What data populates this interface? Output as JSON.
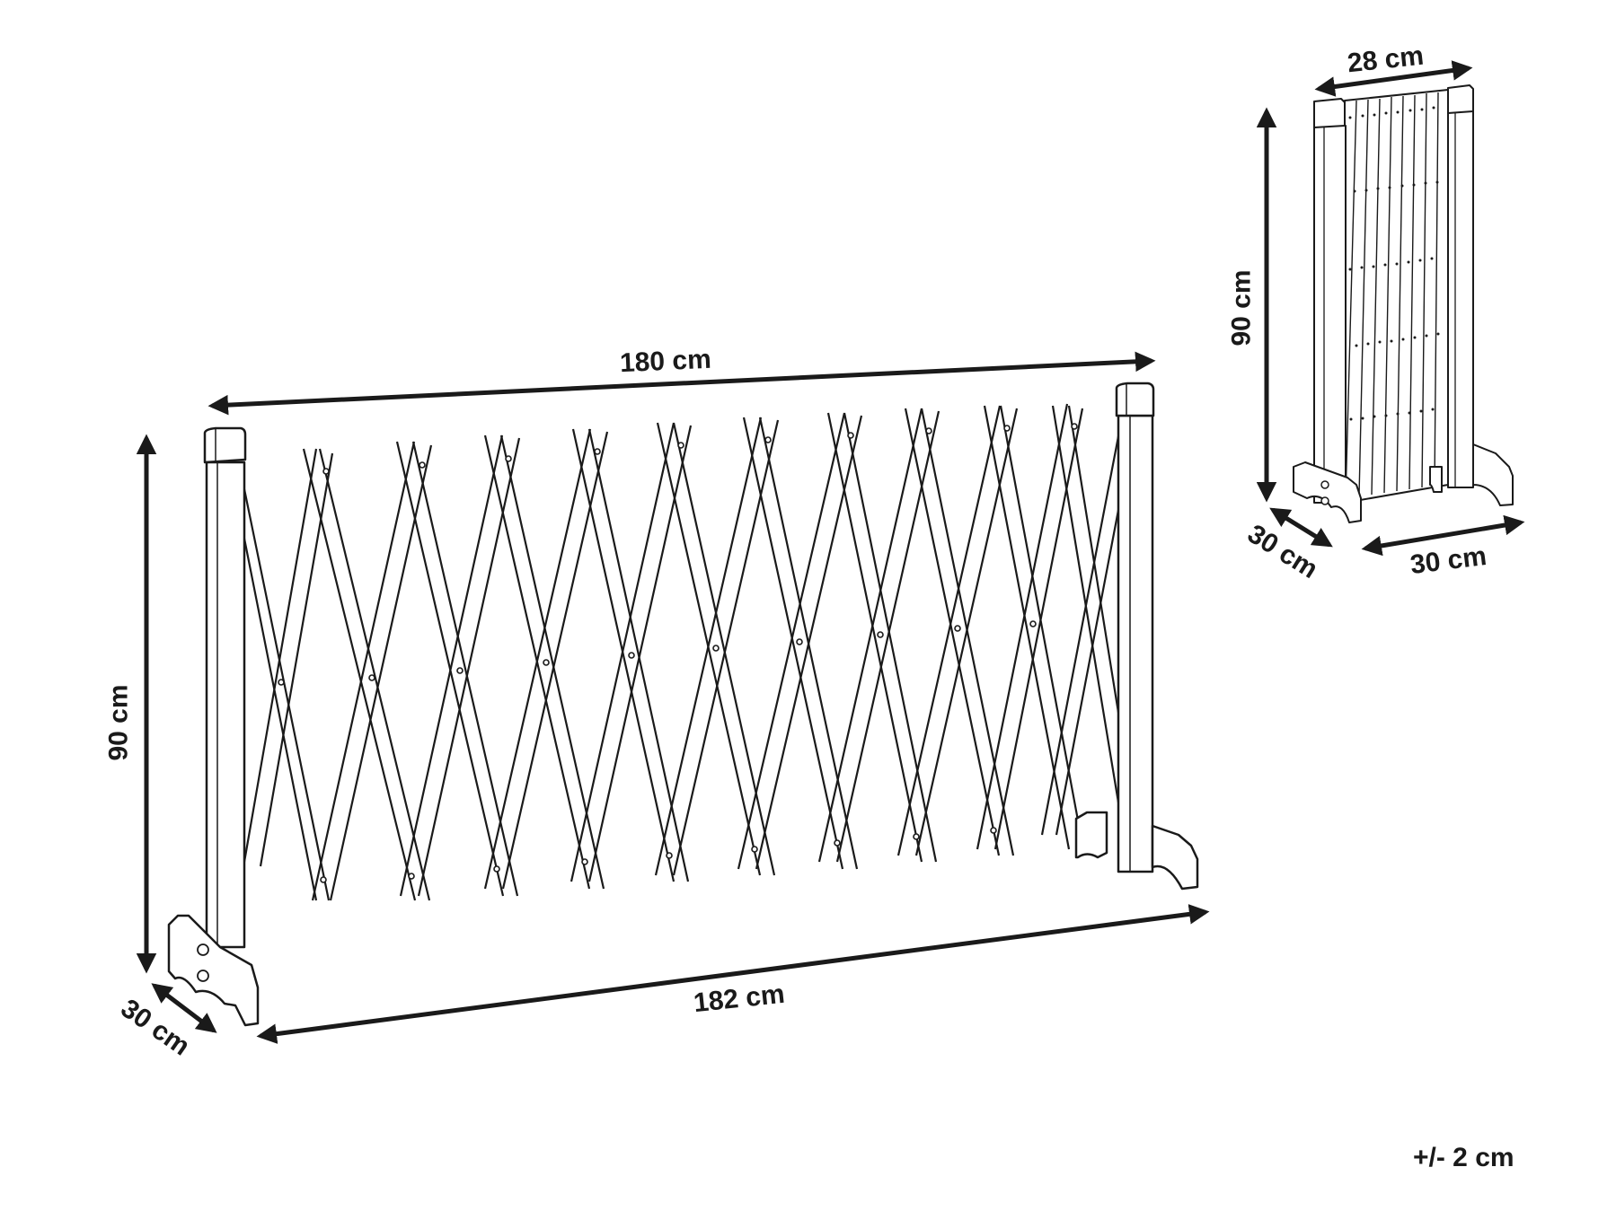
{
  "main_gate": {
    "width_extended": "180 cm",
    "base_length": "182 cm",
    "height": "90 cm",
    "depth": "30 cm",
    "lattice_top_x": [
      352,
      461,
      559,
      657,
      750,
      847,
      940,
      1026,
      1113,
      1188
    ]
  },
  "folded_gate": {
    "width_folded": "28 cm",
    "height": "90 cm",
    "depth": "30 cm",
    "base_width": "30 cm"
  },
  "tolerance": "+/- 2 cm",
  "colors": {
    "line": "#1a1a1a",
    "background": "#ffffff"
  }
}
